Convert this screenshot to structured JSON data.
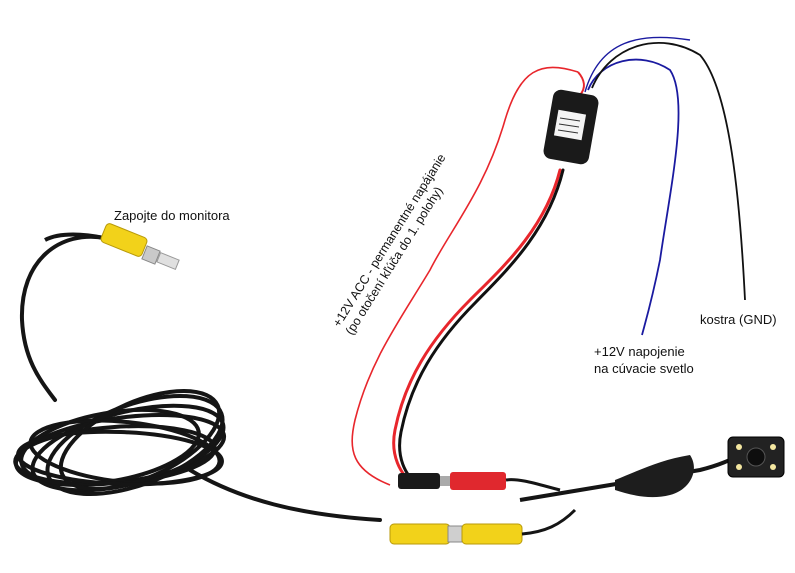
{
  "labels": {
    "monitor": "Zapojte do monitora",
    "ground": "kostra (GND)",
    "reverse_line1": "+12V napojenie",
    "reverse_line2": "na cúvacie svetlo",
    "acc_line1": "+12V ACC - permanentné napájanie",
    "acc_line2": "(po otočení kľúča do 1. polohy)"
  },
  "colors": {
    "background": "#ffffff",
    "cable_black": "#111111",
    "wire_red": "#e8262c",
    "wire_blue": "#1a1aa0",
    "rca_yellow": "#f2d21a",
    "connector_red": "#e0282e"
  }
}
